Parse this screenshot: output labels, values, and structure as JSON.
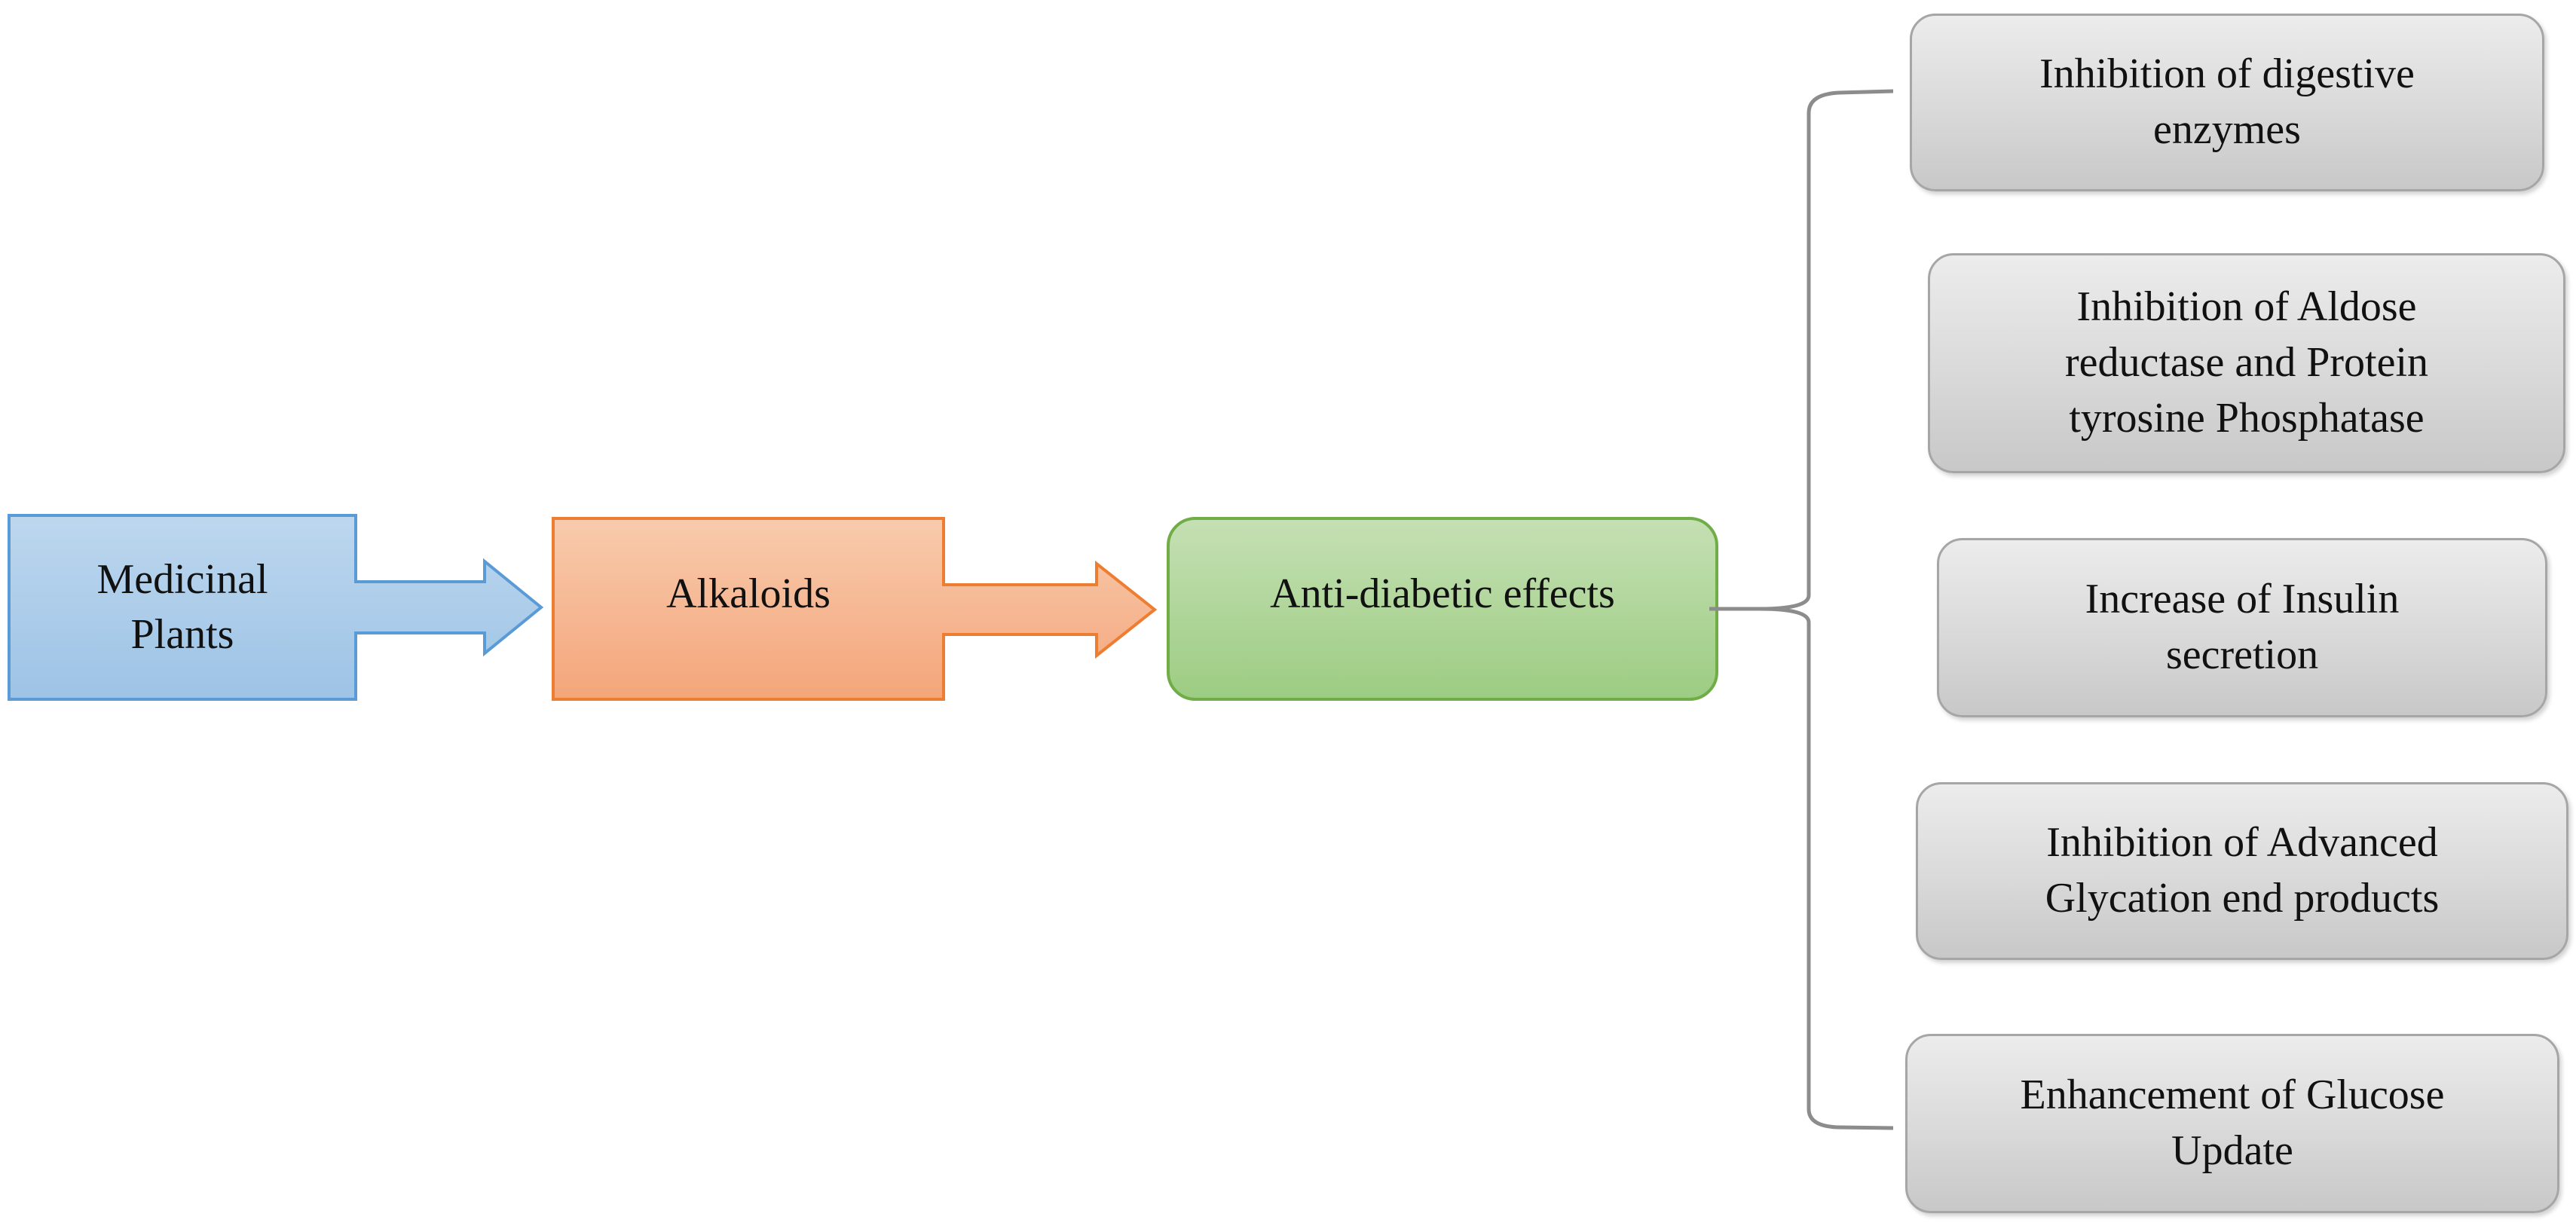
{
  "diagram": {
    "nodes": {
      "medicinal_plants": "Medicinal\nPlants",
      "alkaloids": "Alkaloids",
      "anti_diabetic": "Anti-diabetic effects"
    },
    "effects": [
      "Inhibition of digestive\nenzymes",
      "Inhibition of Aldose\nreductase and Protein\ntyrosine Phosphatase",
      "Increase of Insulin\nsecretion",
      "Inhibition of Advanced\nGlycation end products",
      "Enhancement of Glucose\nUpdate"
    ],
    "colors": {
      "plants_fill": "#9dc3e6",
      "plants_stroke": "#5b9bd5",
      "alkaloids_fill": "#f4b183",
      "alkaloids_stroke": "#ed7d31",
      "anti_fill": "#a9d18e",
      "anti_stroke": "#70ad47",
      "effect_fill": "#d9d9d9",
      "effect_stroke": "#a6a6a6",
      "bracket": "#8c8c8c"
    }
  }
}
